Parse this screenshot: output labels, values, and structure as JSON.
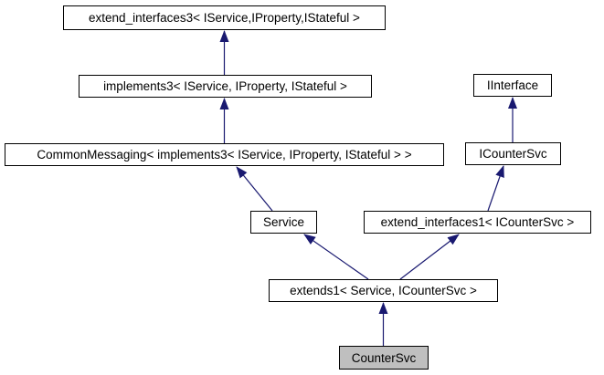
{
  "diagram": {
    "type": "class-inheritance-graph",
    "nodes": [
      {
        "id": "extend_interfaces3",
        "label": "extend_interfaces3< IService,IProperty,IStateful >",
        "highlighted": false
      },
      {
        "id": "implements3",
        "label": "implements3< IService, IProperty, IStateful >",
        "highlighted": false
      },
      {
        "id": "CommonMessaging",
        "label": "CommonMessaging< implements3< IService, IProperty, IStateful > >",
        "highlighted": false
      },
      {
        "id": "IInterface",
        "label": "IInterface",
        "highlighted": false
      },
      {
        "id": "ICounterSvc",
        "label": "ICounterSvc",
        "highlighted": false
      },
      {
        "id": "Service",
        "label": "Service",
        "highlighted": false
      },
      {
        "id": "extend_interfaces1",
        "label": "extend_interfaces1< ICounterSvc >",
        "highlighted": false
      },
      {
        "id": "extends1",
        "label": "extends1< Service, ICounterSvc >",
        "highlighted": false
      },
      {
        "id": "CounterSvc",
        "label": "CounterSvc",
        "highlighted": true
      }
    ],
    "edges": [
      {
        "from": "implements3",
        "to": "extend_interfaces3"
      },
      {
        "from": "CommonMessaging",
        "to": "implements3"
      },
      {
        "from": "Service",
        "to": "CommonMessaging"
      },
      {
        "from": "extends1",
        "to": "Service"
      },
      {
        "from": "extends1",
        "to": "extend_interfaces1"
      },
      {
        "from": "extend_interfaces1",
        "to": "ICounterSvc"
      },
      {
        "from": "ICounterSvc",
        "to": "IInterface"
      },
      {
        "from": "CounterSvc",
        "to": "extends1"
      }
    ],
    "colors": {
      "edge": "#191970",
      "node_border": "#000000",
      "node_fill": "#ffffff",
      "highlight_fill": "#bfbfbf",
      "background": "#ffffff",
      "text": "#000000"
    }
  }
}
